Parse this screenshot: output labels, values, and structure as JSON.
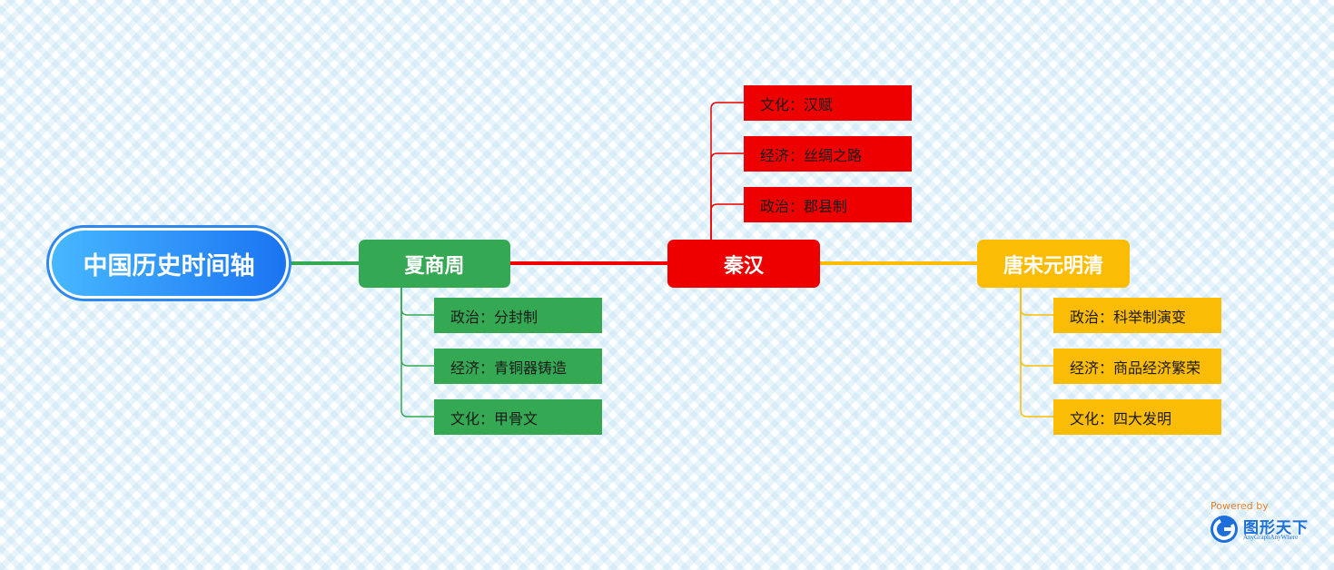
{
  "root": {
    "label": "中国历史时间轴"
  },
  "branches": [
    {
      "label": "夏商周",
      "color": "#34a853",
      "leaves": [
        "政治：分封制",
        "经济：青铜器铸造",
        "文化：甲骨文"
      ]
    },
    {
      "label": "秦汉",
      "color": "#ee0000",
      "leaves": [
        "文化：汉赋",
        "经济：丝绸之路",
        "政治：郡县制"
      ]
    },
    {
      "label": "唐宋元明清",
      "color": "#fbbc05",
      "leaves": [
        "政治：科举制演变",
        "经济：商品经济繁荣",
        "文化：四大发明"
      ]
    }
  ],
  "logo": {
    "powered": "Powered by",
    "name": "图形天下",
    "tagline": "AnyGraphAnyWhere"
  }
}
